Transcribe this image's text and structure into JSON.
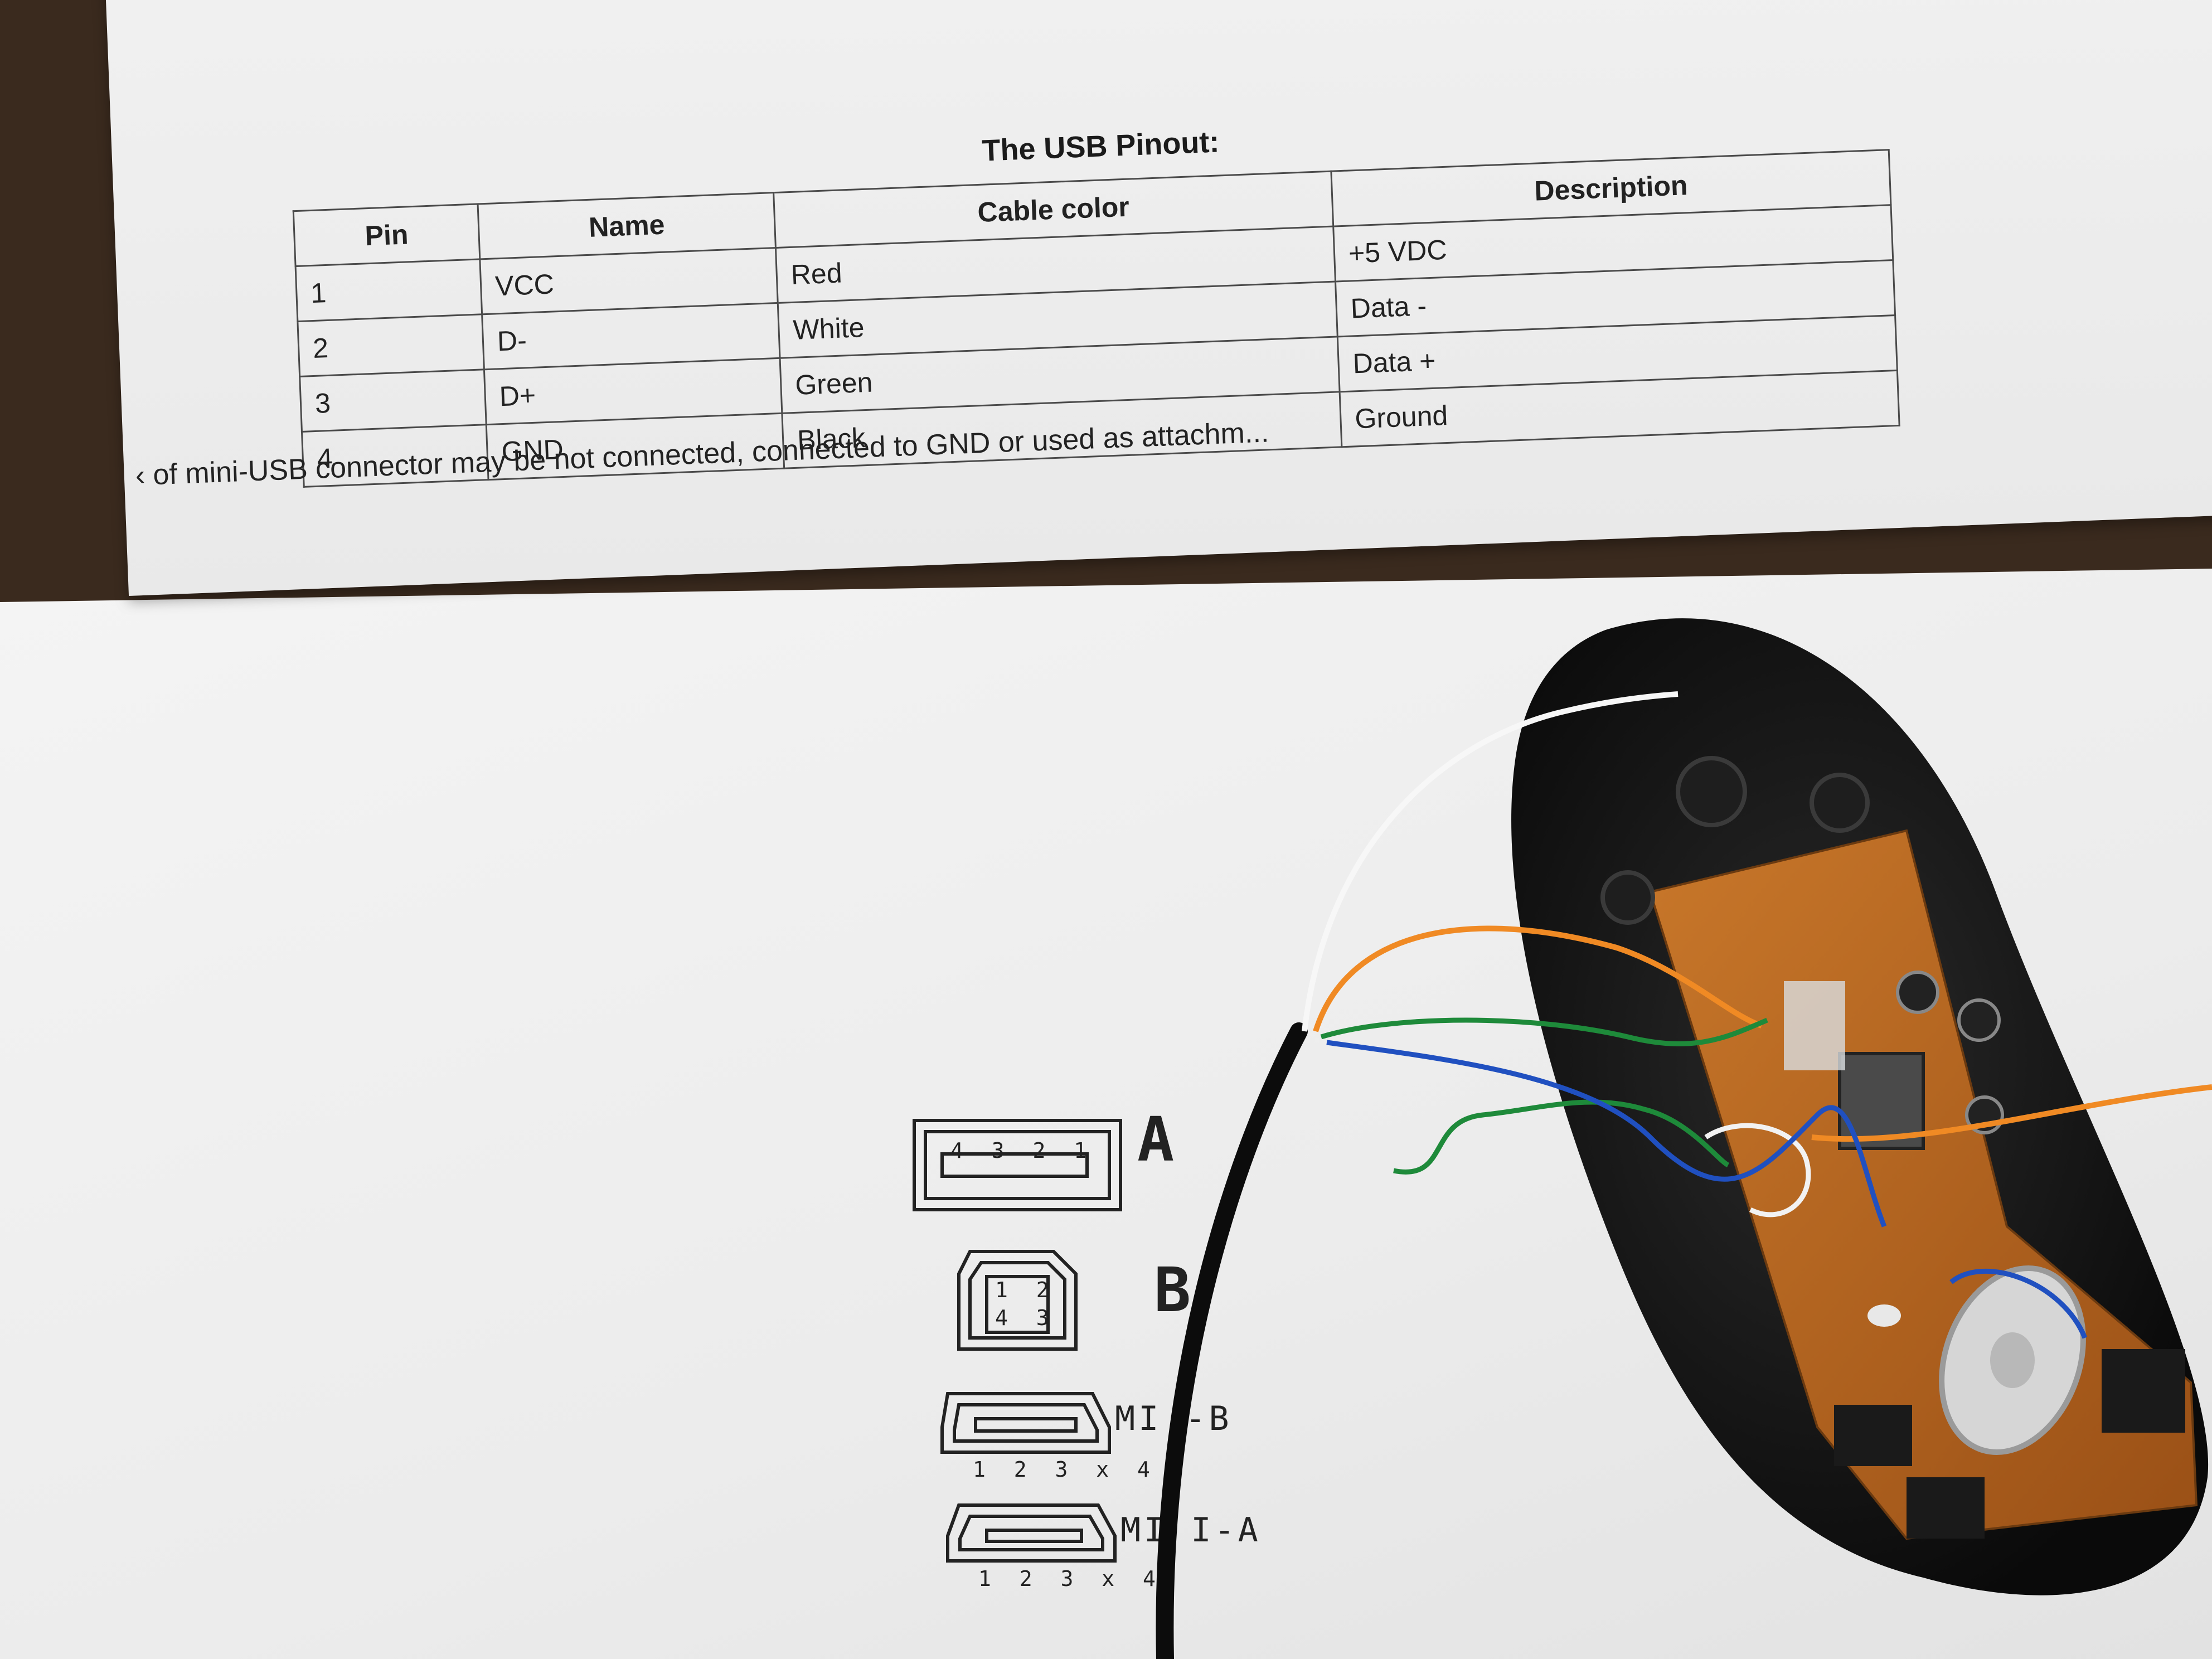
{
  "pinout": {
    "title": "The USB Pinout:",
    "headers": [
      "Pin",
      "Name",
      "Cable color",
      "Description"
    ],
    "rows": [
      {
        "pin": "1",
        "name": "VCC",
        "color": "Red",
        "desc": "+5 VDC"
      },
      {
        "pin": "2",
        "name": "D-",
        "color": "White",
        "desc": "Data -"
      },
      {
        "pin": "3",
        "name": "D+",
        "color": "Green",
        "desc": "Data +"
      },
      {
        "pin": "4",
        "name": "GND",
        "color": "Black",
        "desc": "Ground"
      }
    ],
    "footnote": "‹ of mini-USB connector may be not connected, connected to GND or used as attachm..."
  },
  "connectors": {
    "a_label": "A",
    "a_pins": "4 3 2 1",
    "b_label": "B",
    "b_pins_top": "1 2",
    "b_pins_bottom": "4 3",
    "mini_b_label": "MI  -B",
    "mini_b_pins": "1 2 3 x 4",
    "mini_a_label": "MI  I-A",
    "mini_a_pins": "1 2 3 x 4"
  },
  "colors": {
    "background": "#3a2a1e",
    "paper": "#efefef",
    "pcb": "#b5651d",
    "mouse_shell": "#141414",
    "wire_orange": "#f08a24",
    "wire_green": "#1e8a3a",
    "wire_blue": "#2050c0",
    "wire_white": "#f7f7f7"
  }
}
